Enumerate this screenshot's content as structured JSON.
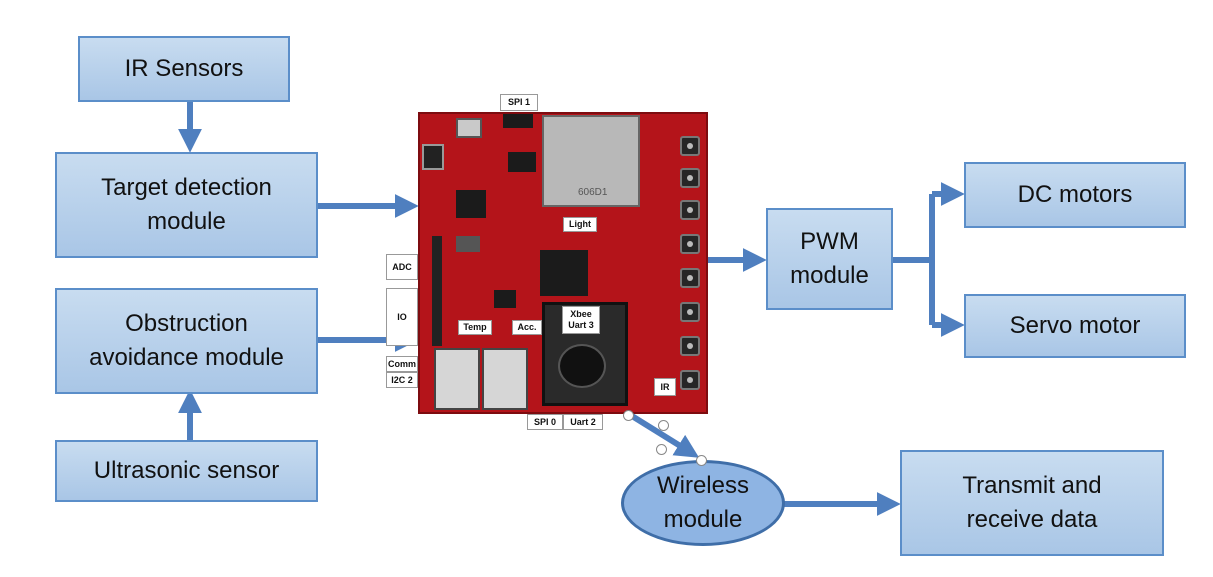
{
  "boxes": {
    "ir_sensors": "IR Sensors",
    "target_detection_line1": "Target detection",
    "target_detection_line2": "module",
    "obstruction_line1": "Obstruction",
    "obstruction_line2": "avoidance module",
    "ultrasonic": "Ultrasonic sensor",
    "pwm_line1": "PWM",
    "pwm_line2": "module",
    "dc_motors": "DC motors",
    "servo_motor": "Servo motor",
    "wireless_line1": "Wireless",
    "wireless_line2": "module",
    "transmit_line1": "Transmit and",
    "transmit_line2": "receive data"
  },
  "board_labels": {
    "spi1": "SPI 1",
    "light": "Light",
    "adc": "ADC",
    "io": "IO",
    "temp": "Temp",
    "acc": "Acc.",
    "xbee_line1": "Xbee",
    "xbee_line2": "Uart 3",
    "comm": "Comm",
    "i2c2": "I2C 2",
    "ir": "IR",
    "spi0": "SPI 0",
    "uart2": "Uart 2",
    "sd_card": "606D1"
  },
  "colors": {
    "box_fill": "#b8d1ec",
    "box_border": "#5b8ec9",
    "arrow": "#4f7fbf",
    "board_red": "#b4141a",
    "ellipse_fill": "#8eb4e3"
  }
}
